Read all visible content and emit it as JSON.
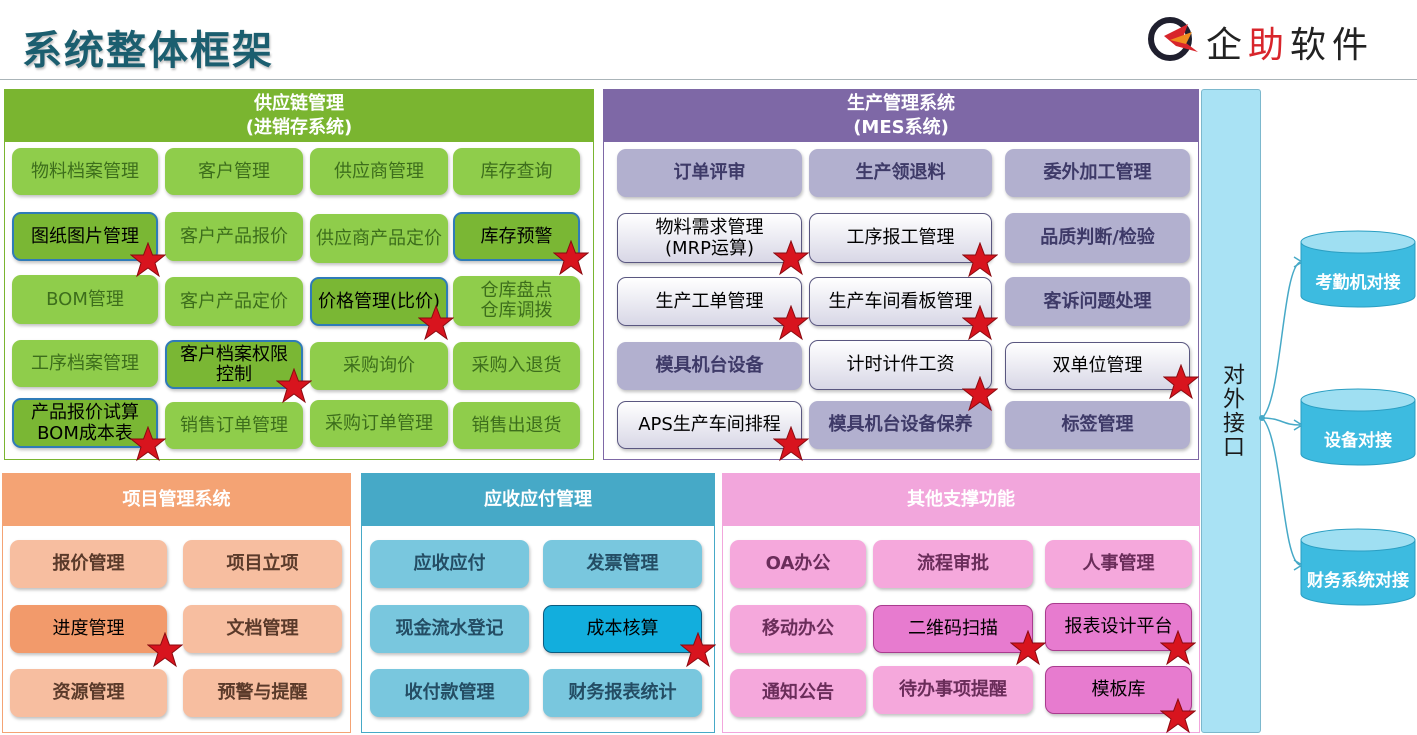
{
  "page": {
    "title": "系统整体框架"
  },
  "logo": {
    "text_a": "企",
    "text_b": "助",
    "text_c": "软件",
    "brand_color": "#d8252b"
  },
  "supply_chain": {
    "title_line1": "供应链管理",
    "title_line2": "(进销存系统)",
    "color": "#7ab530",
    "tiles": {
      "t1": "物料档案管理",
      "t2": "客户管理",
      "t3": "供应商管理",
      "t4": "库存查询",
      "t5": "图纸图片管理",
      "t6": "客户产品报价",
      "t7": "供应商产品定价",
      "t8": "库存预警",
      "t9": "BOM管理",
      "t10": "客户产品定价",
      "t11": "价格管理(比价)",
      "t12a": "仓库盘点",
      "t12b": "仓库调拨",
      "t13": "工序档案管理",
      "t14a": "客户档案权限",
      "t14b": "控制",
      "t15": "采购询价",
      "t16": "采购入退货",
      "t17a": "产品报价试算",
      "t17b": "BOM成本表",
      "t18": "销售订单管理",
      "t19": "采购订单管理",
      "t20": "销售出退货"
    }
  },
  "mes": {
    "title_line1": "生产管理系统",
    "title_line2": "(MES系统)",
    "color": "#7e68a6",
    "tiles": {
      "m1": "订单评审",
      "m2": "生产领退料",
      "m3": "委外加工管理",
      "m4a": "物料需求管理",
      "m4b": "(MRP运算)",
      "m5": "工序报工管理",
      "m6": "品质判断/检验",
      "m7": "生产工单管理",
      "m8": "生产车间看板管理",
      "m9": "客诉问题处理",
      "m10": "模具机台设备",
      "m11": "计时计件工资",
      "m12": "双单位管理",
      "m13": "APS生产车间排程",
      "m14": "模具机台设备保养",
      "m15": "标签管理"
    }
  },
  "project": {
    "title": "项目管理系统",
    "color": "#f4a374",
    "tiles": {
      "p1": "报价管理",
      "p2": "项目立项",
      "p3": "进度管理",
      "p4": "文档管理",
      "p5": "资源管理",
      "p6": "预警与提醒"
    }
  },
  "receivables": {
    "title": "应收应付管理",
    "color": "#46a9c7",
    "tiles": {
      "r1": "应收应付",
      "r2": "发票管理",
      "r3": "现金流水登记",
      "r4": "成本核算",
      "r5": "收付款管理",
      "r6": "财务报表统计"
    }
  },
  "other": {
    "title": "其他支撑功能",
    "color": "#f2a6dc",
    "tiles": {
      "o1": "OA办公",
      "o2": "流程审批",
      "o3": "人事管理",
      "o4": "移动办公",
      "o5": "二维码扫描",
      "o6": "报表设计平台",
      "o7": "通知公告",
      "o8": "待办事项提醒",
      "o9": "模板库"
    }
  },
  "interface": {
    "label": "对外接口"
  },
  "external": {
    "e1": "考勤机对接",
    "e2": "设备对接",
    "e3": "财务系统对接"
  },
  "icons": {
    "highlight": "star-icon",
    "external_system": "database-cylinder-icon"
  }
}
